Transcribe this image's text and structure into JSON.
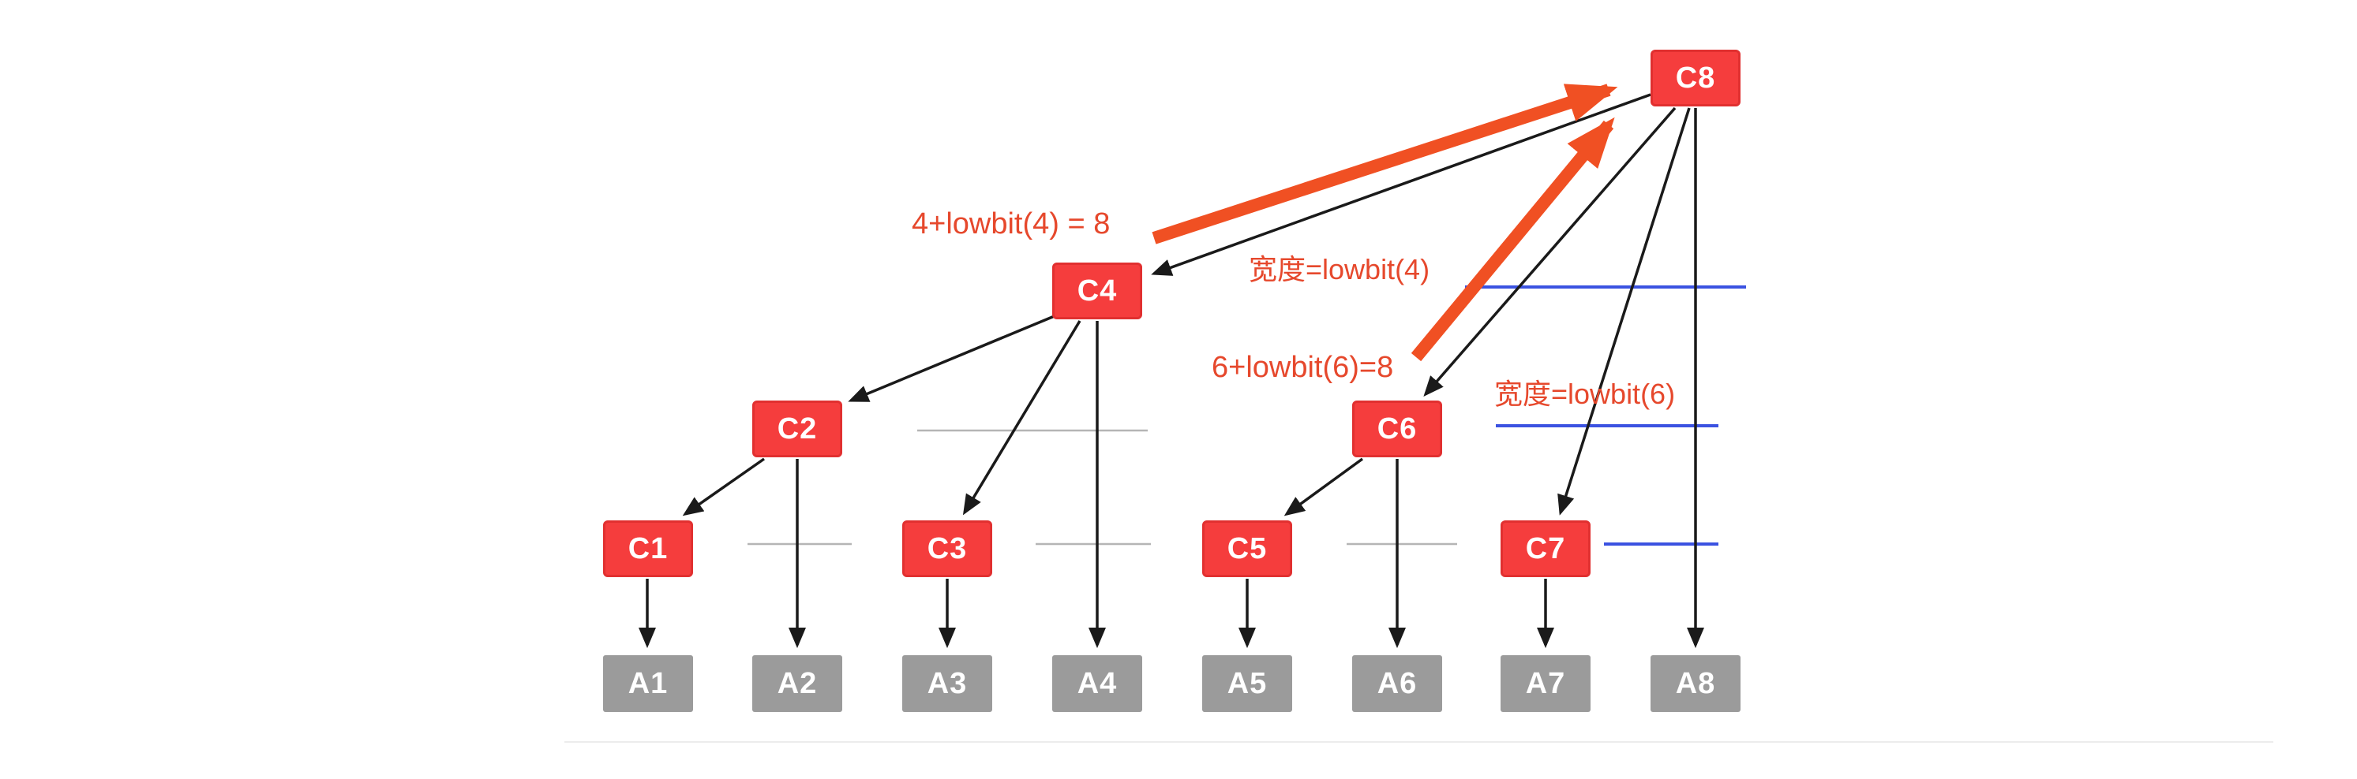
{
  "diagram": {
    "description_type": "binary-indexed-tree-diagram",
    "colors": {
      "c_node": "#f53d3d",
      "a_node": "#9b9b9b",
      "annotation": "#e6482c",
      "width_line": "#3b52e1",
      "jump_arrow": "#f05023"
    },
    "c_nodes": [
      {
        "label": "C1"
      },
      {
        "label": "C2"
      },
      {
        "label": "C3"
      },
      {
        "label": "C4"
      },
      {
        "label": "C5"
      },
      {
        "label": "C6"
      },
      {
        "label": "C7"
      },
      {
        "label": "C8"
      }
    ],
    "a_nodes": [
      {
        "label": "A1"
      },
      {
        "label": "A2"
      },
      {
        "label": "A3"
      },
      {
        "label": "A4"
      },
      {
        "label": "A5"
      },
      {
        "label": "A6"
      },
      {
        "label": "A7"
      },
      {
        "label": "A8"
      }
    ],
    "annotations": {
      "jump_from_4": "4+lowbit(4) = 8",
      "width_4": "宽度=lowbit(4)",
      "jump_from_6": "6+lowbit(6)=8",
      "width_6": "宽度=lowbit(6)"
    }
  }
}
